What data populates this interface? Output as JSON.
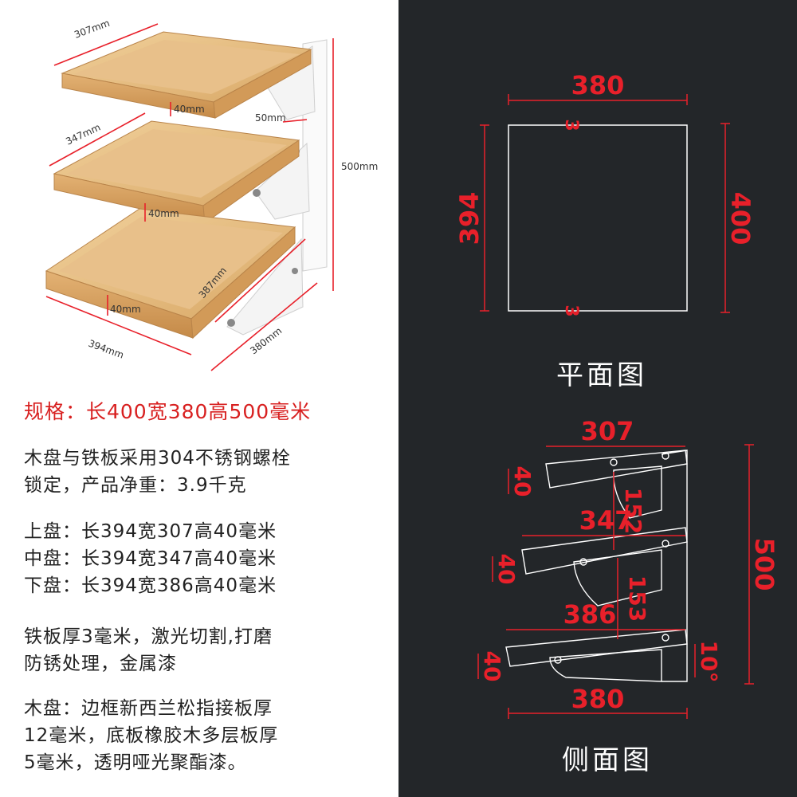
{
  "photo": {
    "dims": {
      "top_tray_depth": "307mm",
      "middle_tray_depth": "347mm",
      "bottom_tray_depth": "387mm",
      "tray_height_1": "40mm",
      "tray_height_2": "40mm",
      "tray_height_3": "40mm",
      "bracket_width": "50mm",
      "total_height": "500mm",
      "tray_length": "394mm",
      "base_depth": "380mm"
    }
  },
  "specs": {
    "title": "规格：长400宽380高500毫米",
    "lines": [
      "木盘与铁板采用304不锈钢螺栓",
      "锁定，产品净重：3.9千克",
      "上盘：长394宽307高40毫米",
      "中盘：长394宽347高40毫米",
      "下盘：长394宽386高40毫米",
      "铁板厚3毫米，激光切割,打磨",
      "防锈处理，金属漆",
      "木盘：边框新西兰松指接板厚",
      "12毫米，底板橡胶木多层板厚",
      "5毫米，透明哑光聚酯漆。"
    ]
  },
  "plan_view": {
    "label": "平面图",
    "top_width": "380",
    "left_height": "394",
    "right_height": "400",
    "notch_top": "3",
    "notch_bottom": "3"
  },
  "side_view": {
    "label": "侧面图",
    "top_tray": "307",
    "middle_tray": "347",
    "bottom_tray": "386",
    "gap_upper": "152",
    "gap_lower": "153",
    "height_total": "500",
    "tray_h_1": "40",
    "tray_h_2": "40",
    "tray_h_3": "40",
    "angle": "10°",
    "base_width": "380"
  },
  "colors": {
    "dim_red": "#e8202a",
    "panel_dark": "#232629",
    "wood_light": "#e9c38a",
    "wood_dark": "#c98f4e",
    "bracket": "#f4f4f4"
  }
}
